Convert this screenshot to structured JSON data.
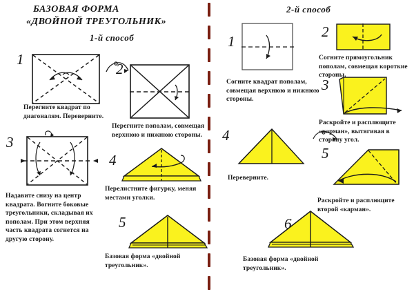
{
  "headings": {
    "title_line1": "БАЗОВАЯ ФОРМА",
    "title_line2": "«ДВОЙНОЙ ТРЕУГОЛЬНИК»",
    "method1": "1-й способ",
    "method2": "2-й способ"
  },
  "colors": {
    "paper_yellow": "#FAF21E",
    "paper_white": "#FFFFFF",
    "outline": "#1b1b1b",
    "divider": "#7a1f12",
    "text": "#1b1b1b"
  },
  "method1_steps": [
    {
      "number": "1",
      "caption": "Перегните квадрат по диагоналям. Переверните.",
      "figure": "square-dashed-diagonals",
      "fill": "white"
    },
    {
      "number": "2",
      "caption": "Перегните пополам, совмещая верхнюю и нижнюю стороны.",
      "figure": "square-solid-diagonals-dashed-midline",
      "fill": "white"
    },
    {
      "number": "3",
      "caption": "Надавите снизу на центр квадрата. Вогните боковые треугольники, складывая их пополам. При этом верхняя часть квадрата согнется на другую сторону.",
      "figure": "square-dashed-diagonals-and-midline-side-arrows",
      "fill": "white"
    },
    {
      "number": "4",
      "caption": "Перелистните фигурку, меняя местами уголки.",
      "figure": "triangle-layered-dashed-center",
      "fill": "yellow"
    },
    {
      "number": "5",
      "caption": "Базовая форма «двойной треугольник».",
      "figure": "triangle-layered-solid-center",
      "fill": "yellow"
    }
  ],
  "method2_steps": [
    {
      "number": "1",
      "caption": "Согните квадрат пополам, совмещая верхнюю и нижнюю стороны.",
      "figure": "square-dashed-midline-down-arrow",
      "fill": "white"
    },
    {
      "number": "2",
      "caption": "Согните прямоугольник пополам, совмещая короткие стороны.",
      "figure": "rectangle-dashed-vertical-left-arrow",
      "fill": "yellow"
    },
    {
      "number": "3",
      "caption": "Раскройте и расплющите «карман», вытягивая в сторону угол.",
      "figure": "square-dashed-diagonal-pull-arrow",
      "fill": "yellow"
    },
    {
      "number": "4",
      "caption": "Переверните.",
      "figure": "right-triangle-with-vertical",
      "fill": "yellow"
    },
    {
      "number": "5",
      "caption": "Раскройте и расплющите второй «карман».",
      "figure": "triangle-dashed-diagonal-sweep-arrow",
      "fill": "yellow"
    },
    {
      "number": "6",
      "caption": "Базовая форма «двойной треугольник».",
      "figure": "triangle-layered-final",
      "fill": "yellow"
    }
  ]
}
